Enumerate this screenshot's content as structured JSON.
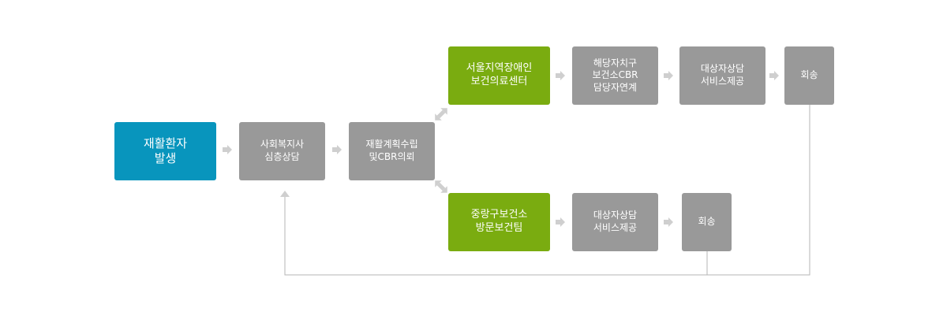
{
  "colors": {
    "start": "#0895bd",
    "partner": "#7aac10",
    "step": "#999999",
    "arrow": "#cfcfcf",
    "line": "#b5b5b5"
  },
  "nodes": {
    "start": "재활환자\n발생",
    "counsel": "사회복지사\n심층상담",
    "plan": "재활계획수립\n및CBR의뢰",
    "seoul_center": "서울지역장애인\n보건의료센터",
    "cbr_link": "해당자치구\n보건소CBR\n담당자연계",
    "service_top": "대상자상담\n서비스제공",
    "return_top": "회송",
    "team": "중랑구보건소\n방문보건팀",
    "service_bot": "대상자상담\n서비스제공",
    "return_bot": "회송"
  }
}
